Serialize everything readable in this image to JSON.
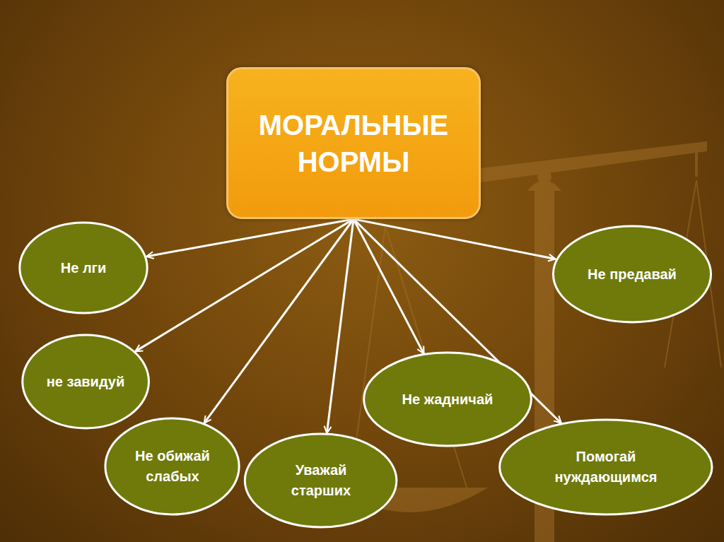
{
  "diagram": {
    "nodes": [
      {
        "text": [
          "МОРАЛЬНЫЕ НОРМЫ"
        ]
      },
      {
        "text": [
          "Не лги"
        ]
      },
      {
        "text": [
          "Не предавай"
        ]
      },
      {
        "text": [
          "не завидуй"
        ]
      },
      {
        "text": [
          "Не жадничай"
        ]
      },
      {
        "text": [
          "Не обижай слабых"
        ]
      },
      {
        "text": [
          "Уважай старших"
        ]
      },
      {
        "text": [
          "Помогай нуждающимся"
        ]
      }
    ],
    "edges": [
      {
        "from": 0,
        "to": 1,
        "arrow": "to"
      },
      {
        "from": 0,
        "to": 2,
        "arrow": "to"
      },
      {
        "from": 0,
        "to": 3,
        "arrow": "to"
      },
      {
        "from": 0,
        "to": 4,
        "arrow": "to"
      },
      {
        "from": 0,
        "to": 5,
        "arrow": "to"
      },
      {
        "from": 0,
        "to": 6,
        "arrow": "to"
      },
      {
        "from": 0,
        "to": 7,
        "arrow": "to"
      }
    ]
  }
}
